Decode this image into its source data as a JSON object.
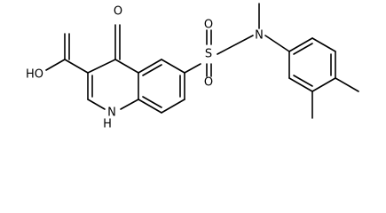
{
  "molecule": {
    "atoms": {
      "oxo": "O",
      "hydroxyl": "HO",
      "sulfur": "S",
      "sulfonyl_o_top": "O",
      "sulfonyl_o_bottom": "O",
      "amine_n": "N",
      "ring_nh": "H\nN"
    },
    "ring_nh_n": "N",
    "ring_nh_h": "H",
    "colors": {
      "ink": "#000000",
      "background": "#ffffff"
    }
  }
}
